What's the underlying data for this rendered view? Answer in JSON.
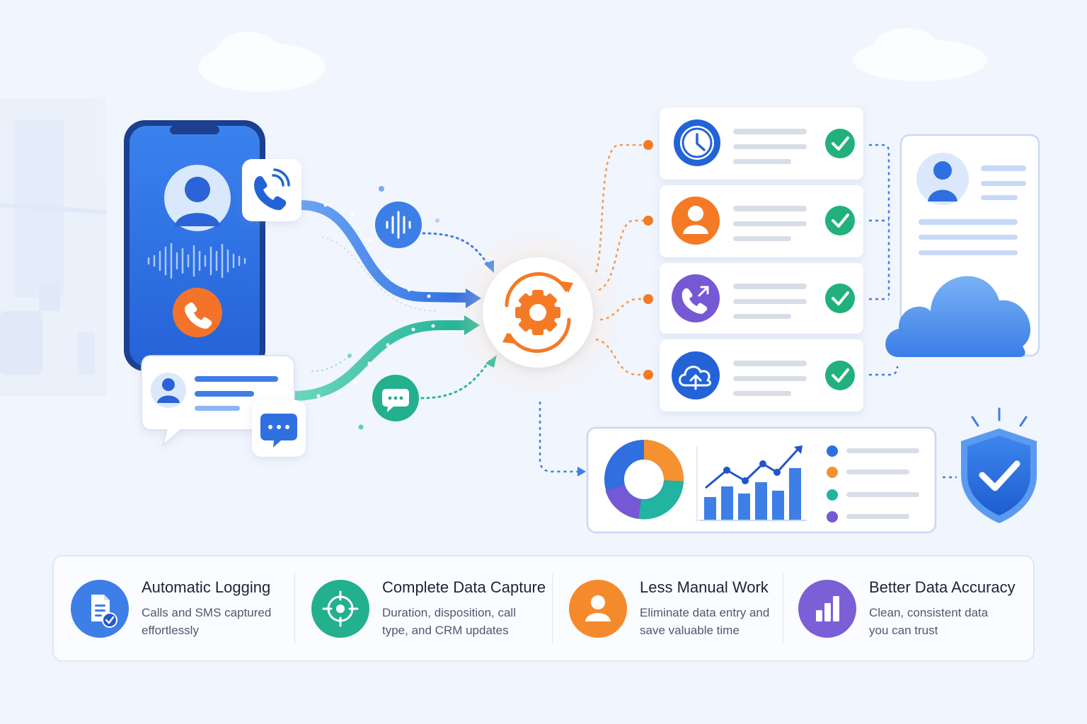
{
  "features": [
    {
      "title": "Automatic Logging",
      "desc": "Calls and SMS captured effortlessly",
      "icon": "document-check-icon",
      "color": "#3d7fe6"
    },
    {
      "title": "Complete Data Capture",
      "desc": "Duration, disposition, call type, and CRM updates",
      "icon": "crosshair-target-icon",
      "color": "#22b08f"
    },
    {
      "title": "Less Manual Work",
      "desc": "Eliminate data entry and save valuable time",
      "icon": "user-icon",
      "color": "#f58a2c"
    },
    {
      "title": "Better Data Accuracy",
      "desc": "Clean, consistent data you can trust",
      "icon": "bar-chart-icon",
      "color": "#7b5fd6"
    }
  ],
  "colors": {
    "blue": "#2f6fe0",
    "teal": "#25b99a",
    "orange": "#f47a25",
    "purple": "#7558d4",
    "green_check": "#23b07b"
  },
  "icons": [
    "phone-call-icon",
    "voice-wave-icon",
    "chat-bubble-icon",
    "gear-sync-icon",
    "clock-icon",
    "user-icon",
    "phone-outgoing-icon",
    "cloud-upload-icon",
    "check-icon",
    "cloud-icon",
    "shield-check-icon",
    "donut-chart-icon",
    "line-bar-chart-icon"
  ]
}
